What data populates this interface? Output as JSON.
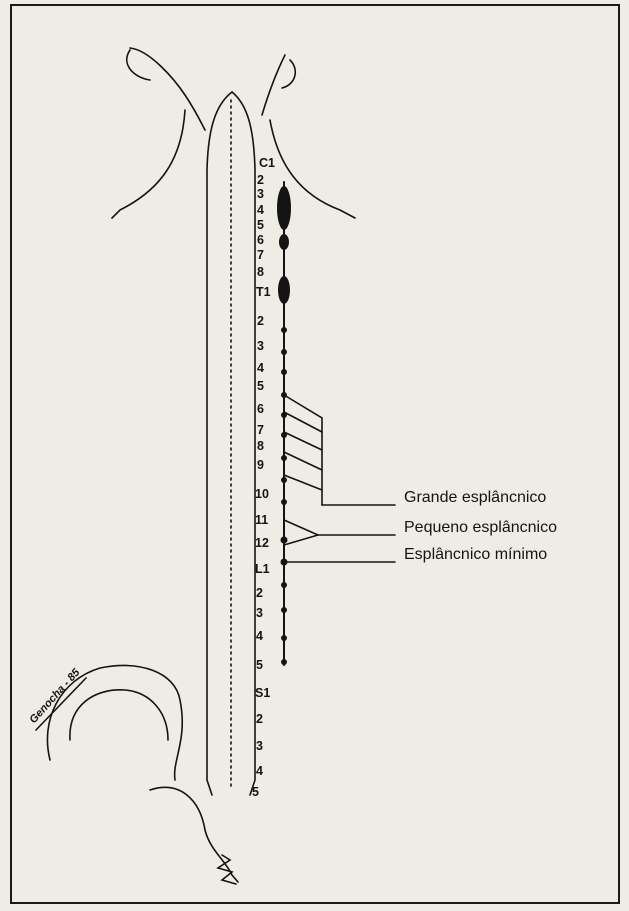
{
  "levels": [
    "C1",
    "2",
    "3",
    "4",
    "5",
    "6",
    "7",
    "8",
    "T1",
    "2",
    "3",
    "4",
    "5",
    "6",
    "7",
    "8",
    "9",
    "10",
    "11",
    "12",
    "L1",
    "2",
    "3",
    "4",
    "5",
    "S1",
    "2",
    "3",
    "4",
    "5"
  ],
  "nerves": {
    "grande": "Grande esplâncnico",
    "pequeno": "Pequeno esplâncnico",
    "minimo": "Esplâncnico mínimo"
  },
  "signature": "Genocha - 85",
  "colors": {
    "ink": "#141414",
    "paper": "#efece6"
  }
}
